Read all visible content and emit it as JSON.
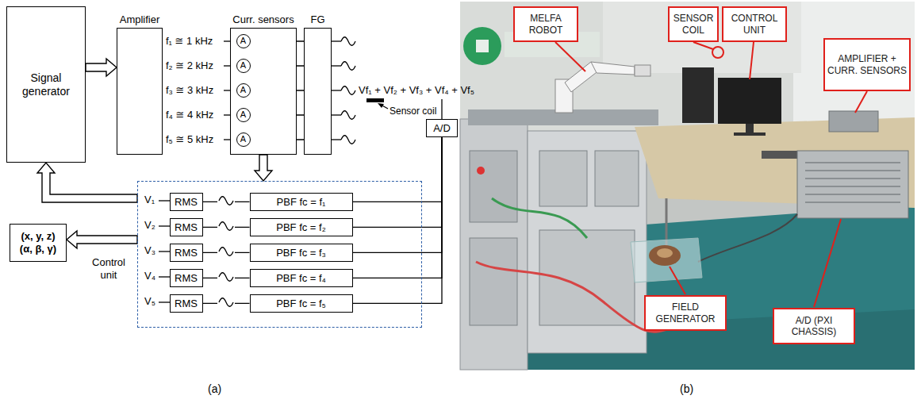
{
  "diagram": {
    "nodes": [
      {
        "text": [
          "Signal generator"
        ]
      },
      {
        "text": [
          "Amplifier"
        ]
      },
      {
        "text": [
          "Curr. sensors"
        ]
      },
      {
        "text": [
          "A"
        ],
        "in": 2
      },
      {
        "text": [
          "A"
        ],
        "in": 2
      },
      {
        "text": [
          "A"
        ],
        "in": 2
      },
      {
        "text": [
          "A"
        ],
        "in": 2
      },
      {
        "text": [
          "A"
        ],
        "in": 2
      },
      {
        "text": [
          "FG"
        ]
      },
      {
        "text": [
          "A/D"
        ]
      },
      {
        "text": [
          "(x, y, z)",
          "(α, β, γ)"
        ]
      },
      {
        "text": [
          "Control unit"
        ]
      },
      {
        "text": [
          "RMS"
        ],
        "in": 11
      },
      {
        "text": [
          "PBF fc = f₁"
        ],
        "in": 11
      },
      {
        "text": [
          "RMS"
        ],
        "in": 11
      },
      {
        "text": [
          "PBF fc = f₂"
        ],
        "in": 11
      },
      {
        "text": [
          "RMS"
        ],
        "in": 11
      },
      {
        "text": [
          "PBF fc = f₃"
        ],
        "in": 11
      },
      {
        "text": [
          "RMS"
        ],
        "in": 11
      },
      {
        "text": [
          "PBF fc = f₄"
        ],
        "in": 11
      },
      {
        "text": [
          "RMS"
        ],
        "in": 11
      },
      {
        "text": [
          "PBF fc = f₅"
        ],
        "in": 11
      },
      {
        "text": [
          "MELFA ROBOT"
        ]
      },
      {
        "text": [
          "SENSOR COIL"
        ]
      },
      {
        "text": [
          "CONTROL UNIT"
        ]
      },
      {
        "text": [
          "AMPLIFIER + CURR. SENSORS"
        ]
      },
      {
        "text": [
          "FIELD GENERATOR"
        ]
      },
      {
        "text": [
          "A/D (PXI CHASSIS)"
        ]
      }
    ],
    "edges": [
      {
        "from": 0,
        "to": 1,
        "arrow": "to"
      },
      {
        "from": 2,
        "to": 11,
        "arrow": "to"
      },
      {
        "from": 11,
        "to": 0,
        "arrow": "to"
      },
      {
        "from": 11,
        "to": 10,
        "arrow": "to"
      },
      {
        "from": 9,
        "to": 13,
        "arrow": "none"
      },
      {
        "from": 9,
        "to": 15,
        "arrow": "none"
      },
      {
        "from": 9,
        "to": 17,
        "arrow": "none"
      },
      {
        "from": 9,
        "to": 19,
        "arrow": "none"
      },
      {
        "from": 9,
        "to": 21,
        "arrow": "none"
      },
      {
        "from": 13,
        "to": 12,
        "arrow": "none"
      },
      {
        "from": 15,
        "to": 14,
        "arrow": "none"
      },
      {
        "from": 17,
        "to": 16,
        "arrow": "none"
      },
      {
        "from": 19,
        "to": 18,
        "arrow": "none"
      },
      {
        "from": 21,
        "to": 20,
        "arrow": "none"
      }
    ],
    "labels": [
      "f₁ ≅ 1 kHz",
      "f₂ ≅ 2 kHz",
      "f₃ ≅ 3 kHz",
      "f₄ ≅ 4 kHz",
      "f₅ ≅ 5 kHz",
      "Vf₁ + Vf₂ + Vf₃ + Vf₄ + Vf₅",
      "Sensor coil",
      "V₁",
      "V₂",
      "V₃",
      "V₄",
      "V₅",
      "(a)",
      "(b)"
    ]
  }
}
